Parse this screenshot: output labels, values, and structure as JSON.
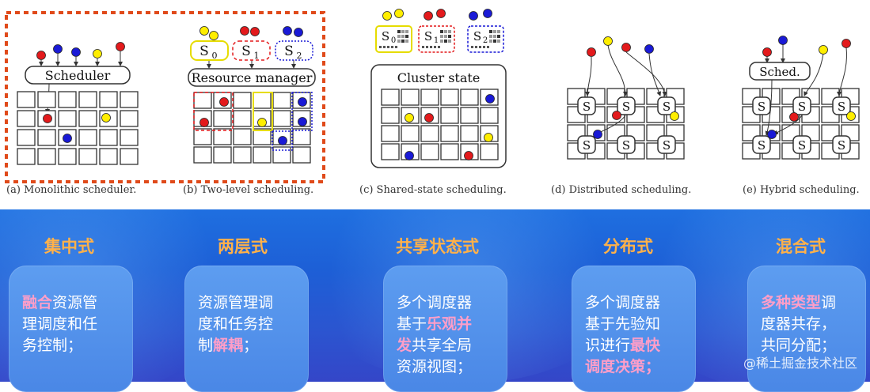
{
  "diagram": {
    "node_labels": {
      "scheduler": "Scheduler",
      "resource_manager": "Resource manager",
      "s0": "S",
      "s1": "S",
      "s2": "S",
      "sub0": "0",
      "sub1": "1",
      "sub2": "2",
      "cluster_state": "Cluster state",
      "s_node": "S",
      "sched": "Sched."
    },
    "captions": [
      "(a) Monolithic scheduler.",
      "(b) Two-level scheduling.",
      "(c) Shared-state scheduling.",
      "(d) Distributed scheduling.",
      "(e) Hybrid scheduling."
    ]
  },
  "categories": [
    {
      "title": "集中式",
      "lines": [
        {
          "hl": "融合",
          "rest": "资源管"
        },
        {
          "text": "理调度和任"
        },
        {
          "text": "务控制；"
        }
      ]
    },
    {
      "title": "两层式",
      "lines": [
        {
          "text": "资源管理调"
        },
        {
          "text": "度和任务控"
        },
        {
          "pre": "制",
          "hl": "解耦",
          "rest": "；"
        }
      ]
    },
    {
      "title": "共享状态式",
      "lines": [
        {
          "text": "多个调度器"
        },
        {
          "pre": "基于",
          "hl": "乐观并"
        },
        {
          "hl": "发",
          "rest": "共享全局"
        },
        {
          "text": "资源视图；"
        }
      ]
    },
    {
      "title": "分布式",
      "lines": [
        {
          "text": "多个调度器"
        },
        {
          "text": "基于先验知"
        },
        {
          "pre": "识进行",
          "hl": "最快"
        },
        {
          "hl": "调度决策；"
        }
      ]
    },
    {
      "title": "混合式",
      "lines": [
        {
          "hl": "多种类型",
          "rest": "调"
        },
        {
          "text": "度器共存，"
        },
        {
          "text": "共同分配；"
        }
      ]
    }
  ],
  "watermark": "@稀土掘金技术社区",
  "colors": {
    "red": "#e31a1c",
    "yellow": "#ffee00",
    "blue": "#1a1ad6",
    "highlight_border": "#e04a1a",
    "heading": "#ffb14a",
    "highlight_text": "#ff9ec8"
  }
}
